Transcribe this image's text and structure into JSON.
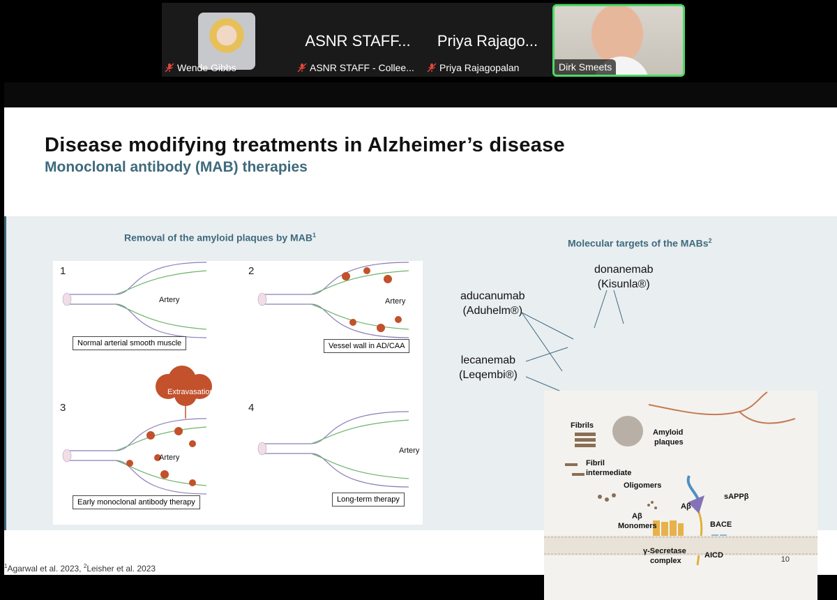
{
  "participants": [
    {
      "name": "Wende Gibbs",
      "muted": true
    },
    {
      "name": "ASNR STAFF - Collee...",
      "display": "ASNR STAFF...",
      "muted": true
    },
    {
      "name": "Priya Rajagopalan",
      "display": "Priya Rajago...",
      "muted": true
    },
    {
      "name": "Dirk Smeets",
      "muted": false,
      "active_speaker": true
    }
  ],
  "slide": {
    "title": "Disease modifying treatments in Alzheimer’s disease",
    "subtitle": "Monoclonal antibody (MAB) therapies",
    "left_figure": {
      "title": "Removal of the amyloid plaques by MAB",
      "title_sup": "1",
      "panels": [
        {
          "number": "1",
          "artery": "Artery",
          "caption": "Normal arterial smooth muscle"
        },
        {
          "number": "2",
          "artery": "Artery",
          "caption": "Vessel wall in AD/CAA"
        },
        {
          "number": "3",
          "artery": "Artery",
          "caption": "Early monoclonal antibody therapy",
          "cloud": "Extravasation"
        },
        {
          "number": "4",
          "artery": "Artery",
          "caption": "Long-term therapy"
        }
      ]
    },
    "right_figure": {
      "title": "Molecular targets of the MABs",
      "title_sup": "2",
      "drugs": [
        {
          "name": "donanemab",
          "brand": "(Kisunla®)"
        },
        {
          "name": "aducanumab",
          "brand": "(Aduhelm®)"
        },
        {
          "name": "lecanemab",
          "brand": "(Leqembi®)"
        }
      ],
      "labels": {
        "fibrils": "Fibrils",
        "amyloid": "Amyloid",
        "plaques": "plaques",
        "fibril": "Fibril",
        "intermediate": "intermediate",
        "oligomers": "Oligomers",
        "sappb": "sAPPβ",
        "ab": "Aβ",
        "ab2": "Aβ",
        "monomers": "Monomers",
        "bace": "BACE",
        "gsec": "γ-Secretase",
        "complex": "complex",
        "aicd": "AICD"
      }
    },
    "footnote": {
      "s1": "1",
      "t1": "Agarwal et al. 2023, ",
      "s2": "2",
      "t2": "Leisher et al. 2023"
    },
    "page_number": "10"
  },
  "colors": {
    "accent": "#3e6a7c",
    "speaker_border": "#4cd964",
    "mute": "#e0443a"
  }
}
